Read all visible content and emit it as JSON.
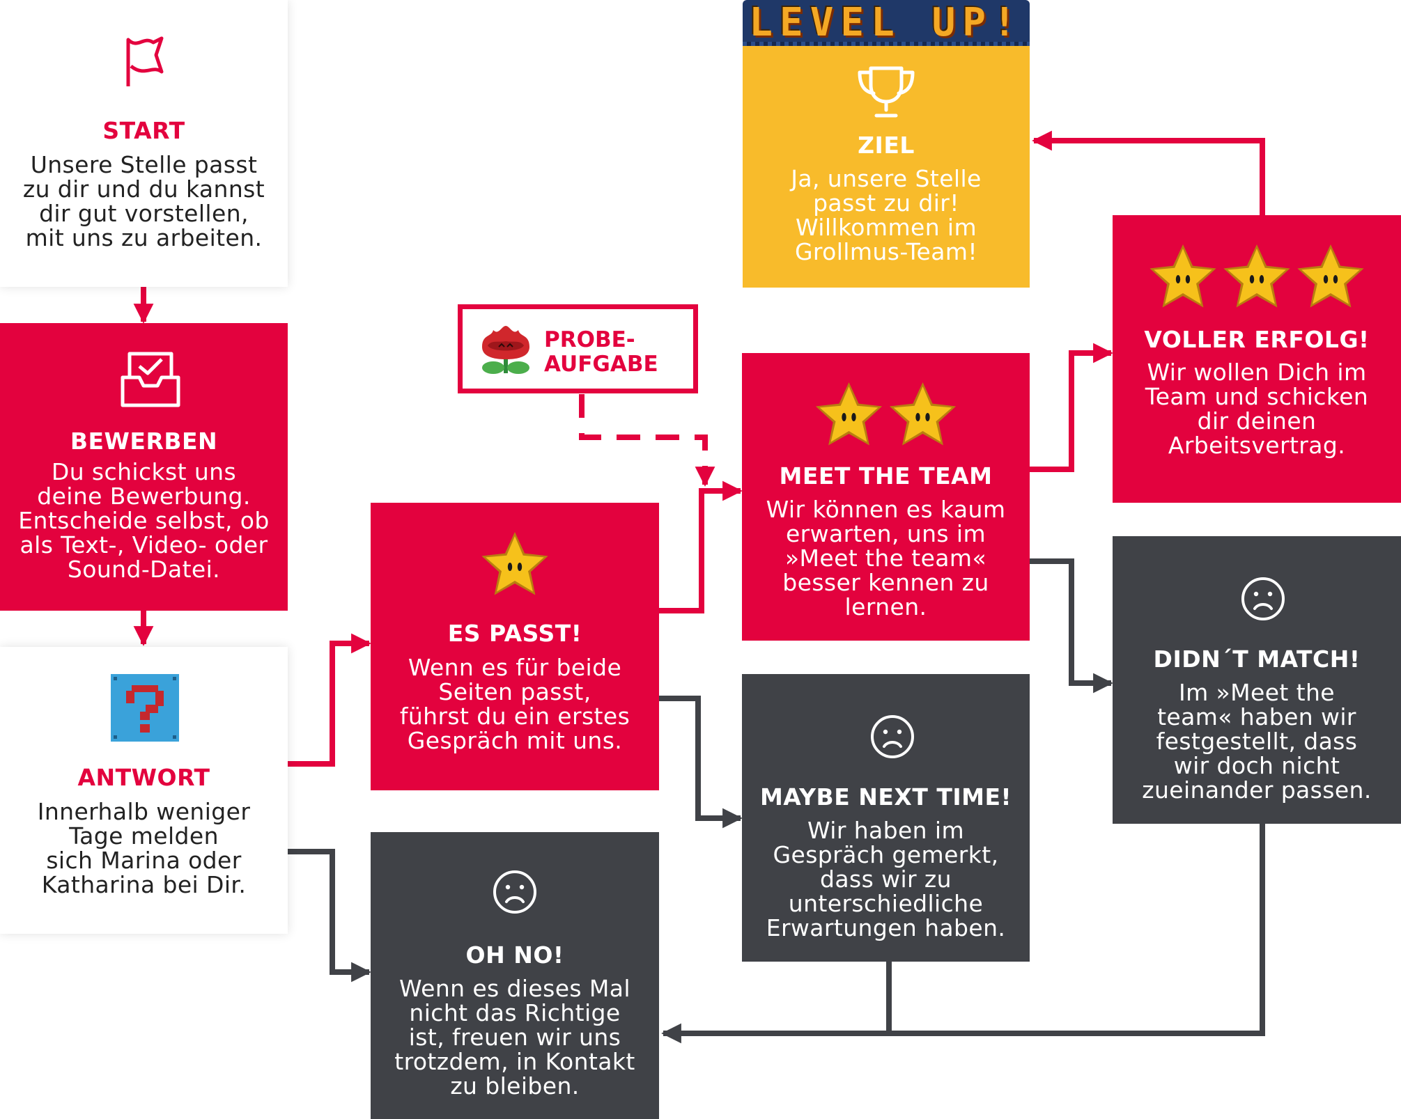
{
  "colors": {
    "red": "#e3023e",
    "dark": "#404247",
    "gold": "#f8bb2b",
    "white": "#ffffff",
    "star": "#f6c11b"
  },
  "level_up": "LEVEL UP!",
  "probe": {
    "label": "PROBE-\nAUFGABE",
    "icon": "fire-flower-icon"
  },
  "nodes": {
    "start": {
      "title": "START",
      "text": "Unsere Stelle passt\nzu dir und du kannst\ndir gut vorstellen,\nmit uns zu arbeiten.",
      "icon": "flag-icon"
    },
    "bewerben": {
      "title": "BEWERBEN",
      "text": "Du schickst uns\ndeine Bewerbung.\nEntscheide selbst, ob\nals Text-, Video- oder\nSound-Datei.",
      "icon": "inbox-check-icon"
    },
    "antwort": {
      "title": "ANTWORT",
      "text": "Innerhalb weniger\nTage melden\nsich Marina oder\nKatharina bei Dir.",
      "icon": "question-block-icon"
    },
    "es_passt": {
      "title": "ES PASST!",
      "text": "Wenn es für beide\nSeiten passt,\nführst du ein erstes\nGespräch mit uns.",
      "stars": 1
    },
    "oh_no": {
      "title": "OH NO!",
      "text": "Wenn es dieses Mal\nnicht das Richtige\nist, freuen wir uns\ntrotzdem, in Kontakt\nzu bleiben.",
      "icon": "sad-face-icon"
    },
    "meet_the_team": {
      "title": "MEET THE TEAM",
      "text": "Wir können es kaum\nerwarten, uns im\n»Meet the team«\nbesser kennen zu\nlernen.",
      "stars": 2
    },
    "maybe_next_time": {
      "title": "MAYBE NEXT TIME!",
      "text": "Wir haben im\nGespräch gemerkt,\ndass wir zu\nunterschiedliche\nErwartungen haben.",
      "icon": "sad-face-icon"
    },
    "ziel": {
      "title": "ZIEL",
      "text": "Ja, unsere Stelle\npasst zu dir!\nWillkommen im\nGrollmus-Team!",
      "icon": "trophy-icon"
    },
    "voller_erfolg": {
      "title": "VOLLER ERFOLG!",
      "text": "Wir wollen Dich im\nTeam und schicken\ndir deinen\nArbeitsvertrag.",
      "stars": 3
    },
    "didnt_match": {
      "title": "DIDN´T MATCH!",
      "text": "Im »Meet the\nteam« haben wir\nfestgestellt, dass\nwir doch nicht\nzueinander passen.",
      "icon": "sad-face-icon"
    }
  },
  "edges": [
    {
      "from": "start",
      "to": "bewerben",
      "color": "red"
    },
    {
      "from": "bewerben",
      "to": "antwort",
      "color": "red"
    },
    {
      "from": "antwort",
      "to": "es_passt",
      "color": "red"
    },
    {
      "from": "antwort",
      "to": "oh_no",
      "color": "dark"
    },
    {
      "from": "es_passt",
      "to": "meet_the_team",
      "color": "red"
    },
    {
      "from": "es_passt",
      "to": "maybe_next_time",
      "color": "dark"
    },
    {
      "from": "probe",
      "to": "meet_the_team",
      "color": "red",
      "style": "dashed"
    },
    {
      "from": "meet_the_team",
      "to": "voller_erfolg",
      "color": "red"
    },
    {
      "from": "meet_the_team",
      "to": "didnt_match",
      "color": "dark"
    },
    {
      "from": "voller_erfolg",
      "to": "ziel",
      "color": "red"
    },
    {
      "from": "maybe_next_time",
      "to": "oh_no",
      "color": "dark"
    },
    {
      "from": "didnt_match",
      "to": "oh_no",
      "color": "dark"
    }
  ]
}
